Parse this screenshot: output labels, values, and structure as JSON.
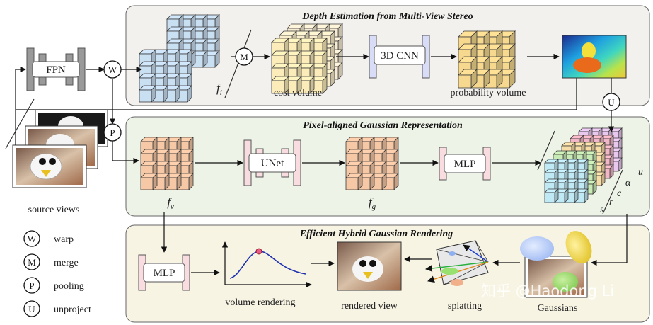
{
  "sections": {
    "depth": "Depth Estimation from Multi-View Stereo",
    "pixel": "Pixel-aligned Gaussian Representation",
    "render": "Efficient Hybrid Gaussian Rendering"
  },
  "blocks": {
    "fpn": "FPN",
    "cnn": "3D CNN",
    "unet": "UNet",
    "mlp1": "MLP",
    "mlp2": "MLP"
  },
  "captions": {
    "cost_volume": "cost volume",
    "probability_volume": "probability volume",
    "source_views": "source views",
    "volume_rendering": "volume rendering",
    "rendered_view": "rendered view",
    "splatting": "splatting",
    "gaussians": "Gaussians"
  },
  "symbols": {
    "fi_base": "f",
    "fi_sub": "i",
    "fv_base": "f",
    "fv_sub": "v",
    "fg_base": "f",
    "fg_sub": "g",
    "u": "u",
    "alpha": "α",
    "c": "c",
    "r": "r",
    "s": "s"
  },
  "ops": {
    "W": "W",
    "M": "M",
    "P": "P",
    "U": "U"
  },
  "legend": [
    {
      "letter": "W",
      "label": "warp"
    },
    {
      "letter": "M",
      "label": "merge"
    },
    {
      "letter": "P",
      "label": "pooling"
    },
    {
      "letter": "U",
      "label": "unproject"
    }
  ],
  "watermark": "知乎 @Haodong Li",
  "colors": {
    "panel_top": "#f3f1ee",
    "panel_mid": "#eef3e8",
    "panel_bottom": "#f8f4e4",
    "feature_blue": "#c9dff2",
    "cost_yellow": "#fbecb9",
    "prob_yellow": "#f6d98f",
    "pixel_salmon": "#f6c8a6",
    "unet_pink": "#f8dce0",
    "cnn_lavender": "#d8dcf6"
  }
}
